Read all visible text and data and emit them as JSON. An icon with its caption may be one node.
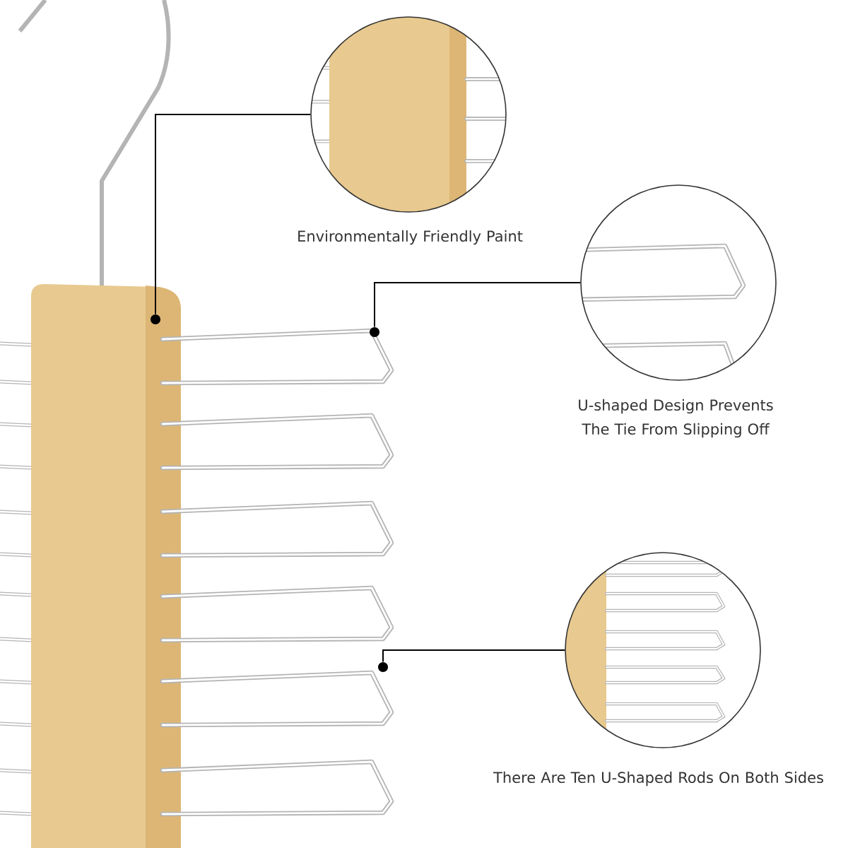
{
  "diagram": {
    "nodes": [
      {
        "text": [],
        "shape": "picture",
        "beside": [
          "Environmentally Friendly Paint"
        ]
      },
      {
        "text": [],
        "shape": "picture",
        "beside": [
          "U-shaped Design Prevents The Tie From Slipping Off"
        ]
      },
      {
        "text": [],
        "shape": "picture",
        "beside": [
          "There Are Ten U-Shaped Rods On Both Sides"
        ]
      },
      {
        "text": [],
        "shape": "circle"
      },
      {
        "text": [],
        "shape": "circle"
      },
      {
        "text": [],
        "shape": "circle"
      }
    ],
    "edges": [
      {
        "from": 3,
        "to": 0,
        "arrow": "none"
      },
      {
        "from": 4,
        "to": 1,
        "arrow": "none"
      },
      {
        "from": 5,
        "to": 2,
        "arrow": "none"
      }
    ]
  }
}
